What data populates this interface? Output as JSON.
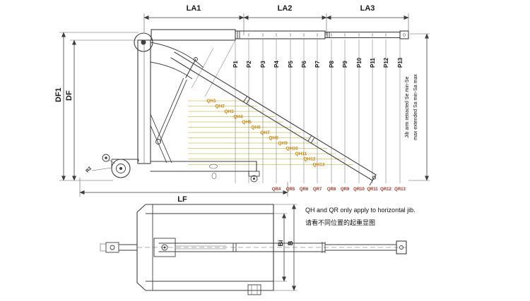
{
  "page": {
    "background": "#ffffff"
  },
  "colors": {
    "line": "#3d3d3d",
    "grid_line": "#808080",
    "stair_line": "#d9d28e",
    "qh_text": "#c8860b",
    "qr_text": "#9e3322",
    "label_text": "#1a1a1a"
  },
  "dim_labels": {
    "la1": "LA1",
    "la2": "LA2",
    "la3": "LA3",
    "df1": "DF1",
    "df": "DF",
    "lf": "LF",
    "bi": "Bi",
    "b": "B",
    "r2": "R2"
  },
  "p_labels": [
    "P1",
    "P2",
    "P3",
    "P4",
    "P5",
    "P6",
    "P7",
    "P8",
    "P9",
    "P10",
    "P11",
    "P12",
    "P13"
  ],
  "qh_labels": [
    "QH1",
    "QH2",
    "QH3",
    "QH4",
    "QH5",
    "QH6",
    "QH7",
    "QH8",
    "QH9",
    "QH10",
    "QH11",
    "QH12",
    "QH13"
  ],
  "qr_labels": [
    "QR4",
    "QR5",
    "QR6",
    "QR7",
    "QR8",
    "QR9",
    "QR10",
    "QR11",
    "QR12",
    "QR13"
  ],
  "side_note_rotated": {
    "line1": "Jib arm retracted Se min-Se",
    "line2": "max extended Sa min-Sa max"
  },
  "footnotes": {
    "english": "QH and QR only apply to horizontal jib.",
    "chinese": "请看不同位置的起重显图"
  }
}
